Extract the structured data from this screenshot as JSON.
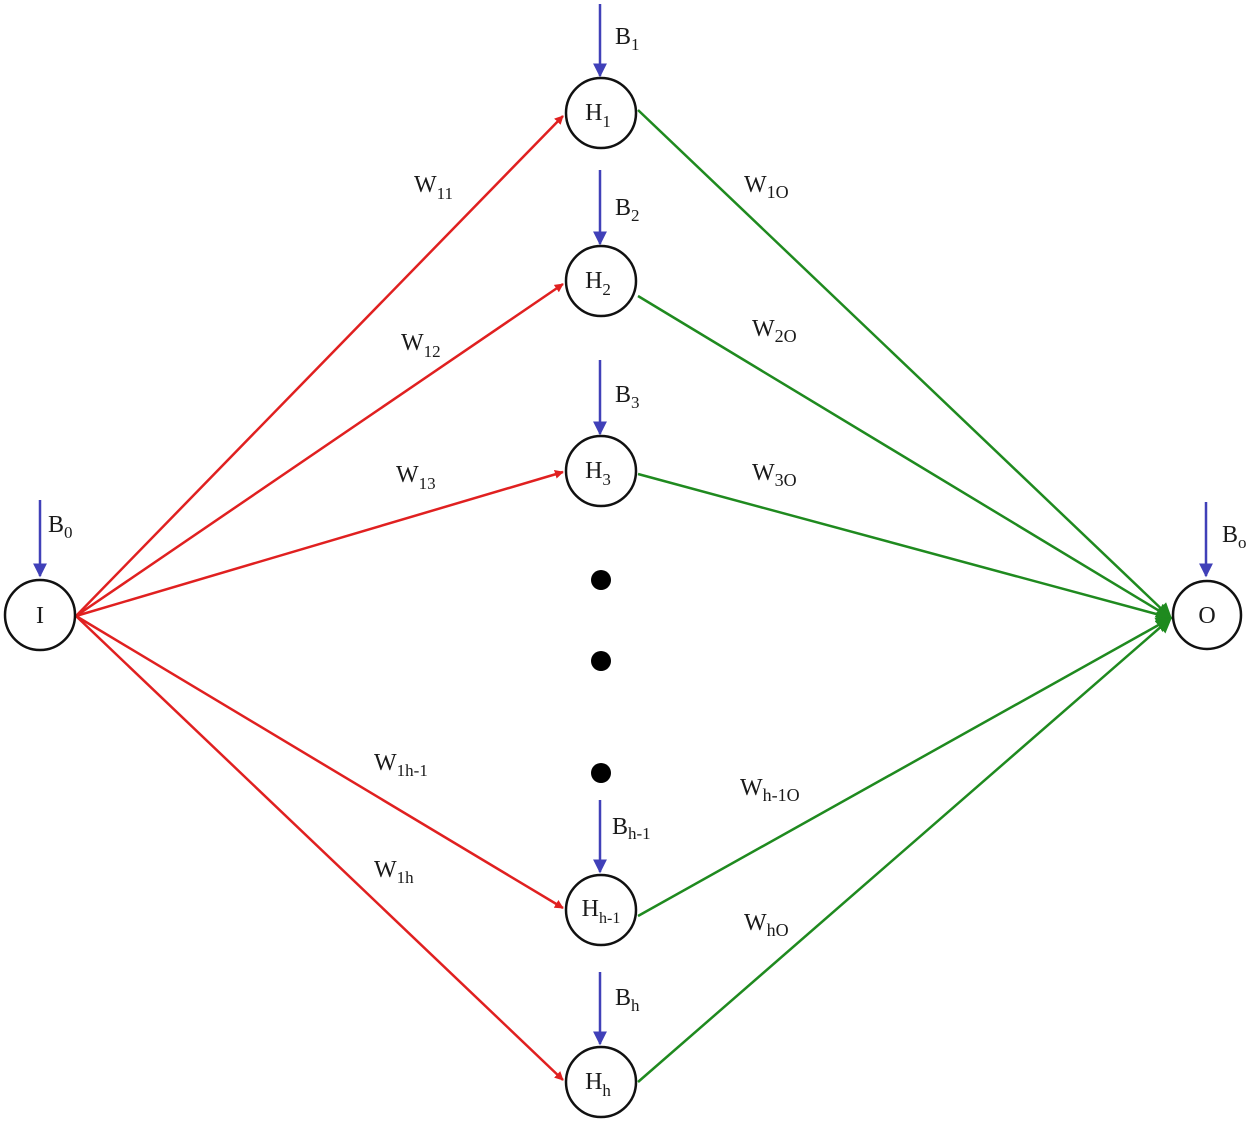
{
  "colors": {
    "input_to_hidden": "#e02020",
    "hidden_to_output": "#1f8a1f",
    "bias": "#4040b8",
    "node_stroke": "#111111"
  },
  "nodes": {
    "input": {
      "main": "I",
      "sub": ""
    },
    "output": {
      "main": "O",
      "sub": ""
    },
    "hidden": [
      {
        "main": "H",
        "sub": "1"
      },
      {
        "main": "H",
        "sub": "2"
      },
      {
        "main": "H",
        "sub": "3"
      },
      {
        "main": "H",
        "sub": "h-1"
      },
      {
        "main": "H",
        "sub": "h"
      }
    ]
  },
  "biases": {
    "input": {
      "main": "B",
      "sub": "0"
    },
    "output": {
      "main": "B",
      "sub": "o"
    },
    "hidden": [
      {
        "main": "B",
        "sub": "1"
      },
      {
        "main": "B",
        "sub": "2"
      },
      {
        "main": "B",
        "sub": "3"
      },
      {
        "main": "B",
        "sub": "h-1"
      },
      {
        "main": "B",
        "sub": "h"
      }
    ]
  },
  "weights_in": [
    {
      "main": "W",
      "sub": "11"
    },
    {
      "main": "W",
      "sub": "12"
    },
    {
      "main": "W",
      "sub": "13"
    },
    {
      "main": "W",
      "sub": "1h-1"
    },
    {
      "main": "W",
      "sub": "1h"
    }
  ],
  "weights_out": [
    {
      "main": "W",
      "sub": "1O"
    },
    {
      "main": "W",
      "sub": "2O"
    },
    {
      "main": "W",
      "sub": "3O"
    },
    {
      "main": "W",
      "sub": "h-1O"
    },
    {
      "main": "W",
      "sub": "hO"
    }
  ],
  "ellipsis_dots": 3
}
